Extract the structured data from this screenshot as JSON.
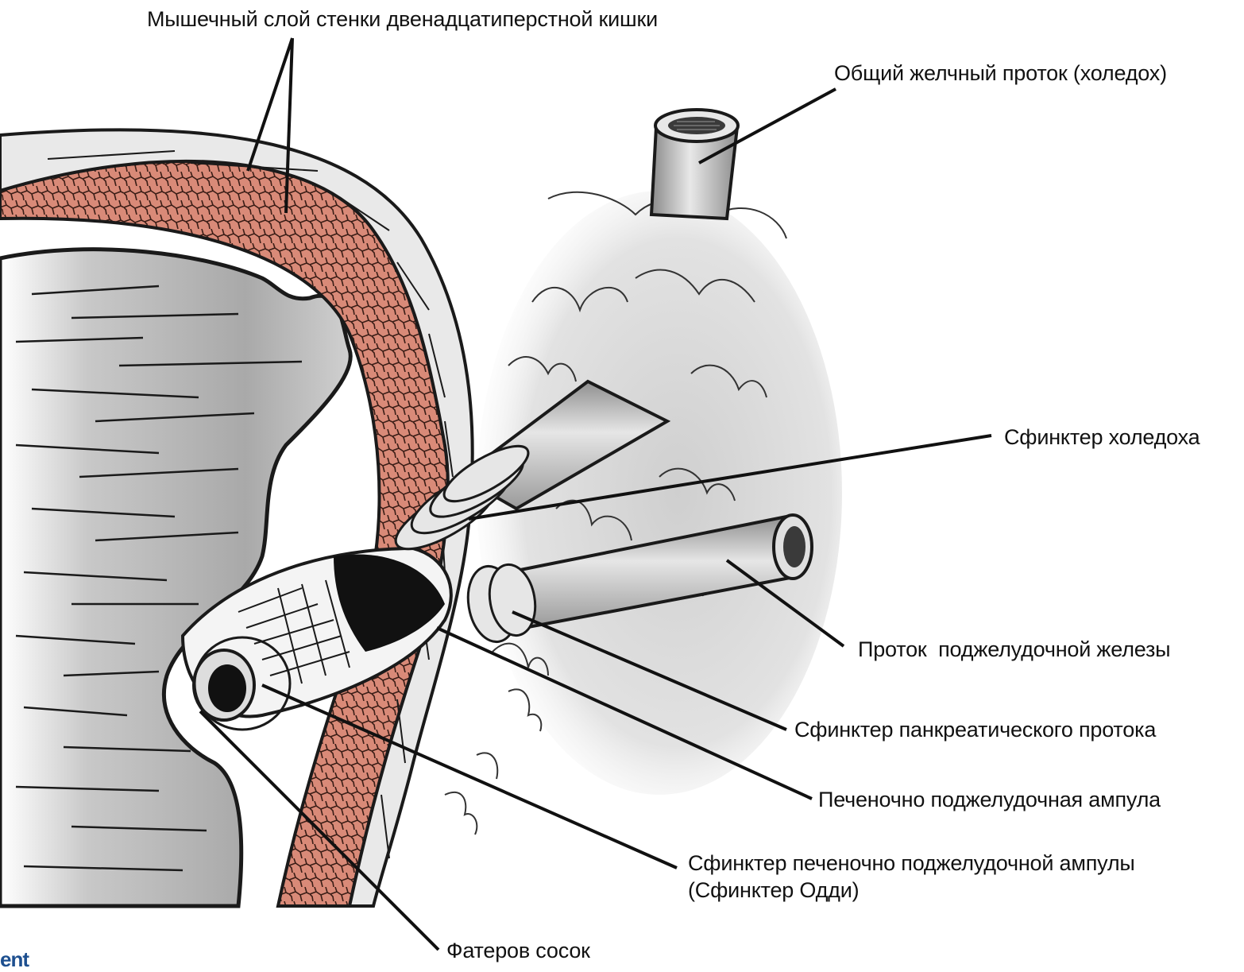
{
  "labels": {
    "duodenal_muscle_layer": "Мышечный слой стенки двенадцатиперстной кишки",
    "common_bile_duct": "Общий желчный проток (холедох)",
    "bile_duct_sphincter": "Сфинктер холедоха",
    "pancreatic_duct": "Проток  поджелудочной железы",
    "pancreatic_duct_sphincter": "Сфинктер панкреатического протока",
    "hepatopancreatic_ampulla": "Печеночно поджелудочная ампула",
    "ampulla_sphincter_line1": "Сфинктер печеночно поджелудочной ампулы",
    "ampulla_sphincter_line2": "(Сфинктер Одди)",
    "vater_papilla": "Фатеров сосок"
  },
  "logo_fragment": "ent",
  "colors": {
    "muscle_layer": "#d98a78",
    "outline": "#1a1a1a",
    "lumen_shade": "#bdbdbd",
    "pancreas_shade": "#d4d4d4",
    "duct_fill": "#c9c9c9",
    "logo": "#1d4f8f"
  }
}
